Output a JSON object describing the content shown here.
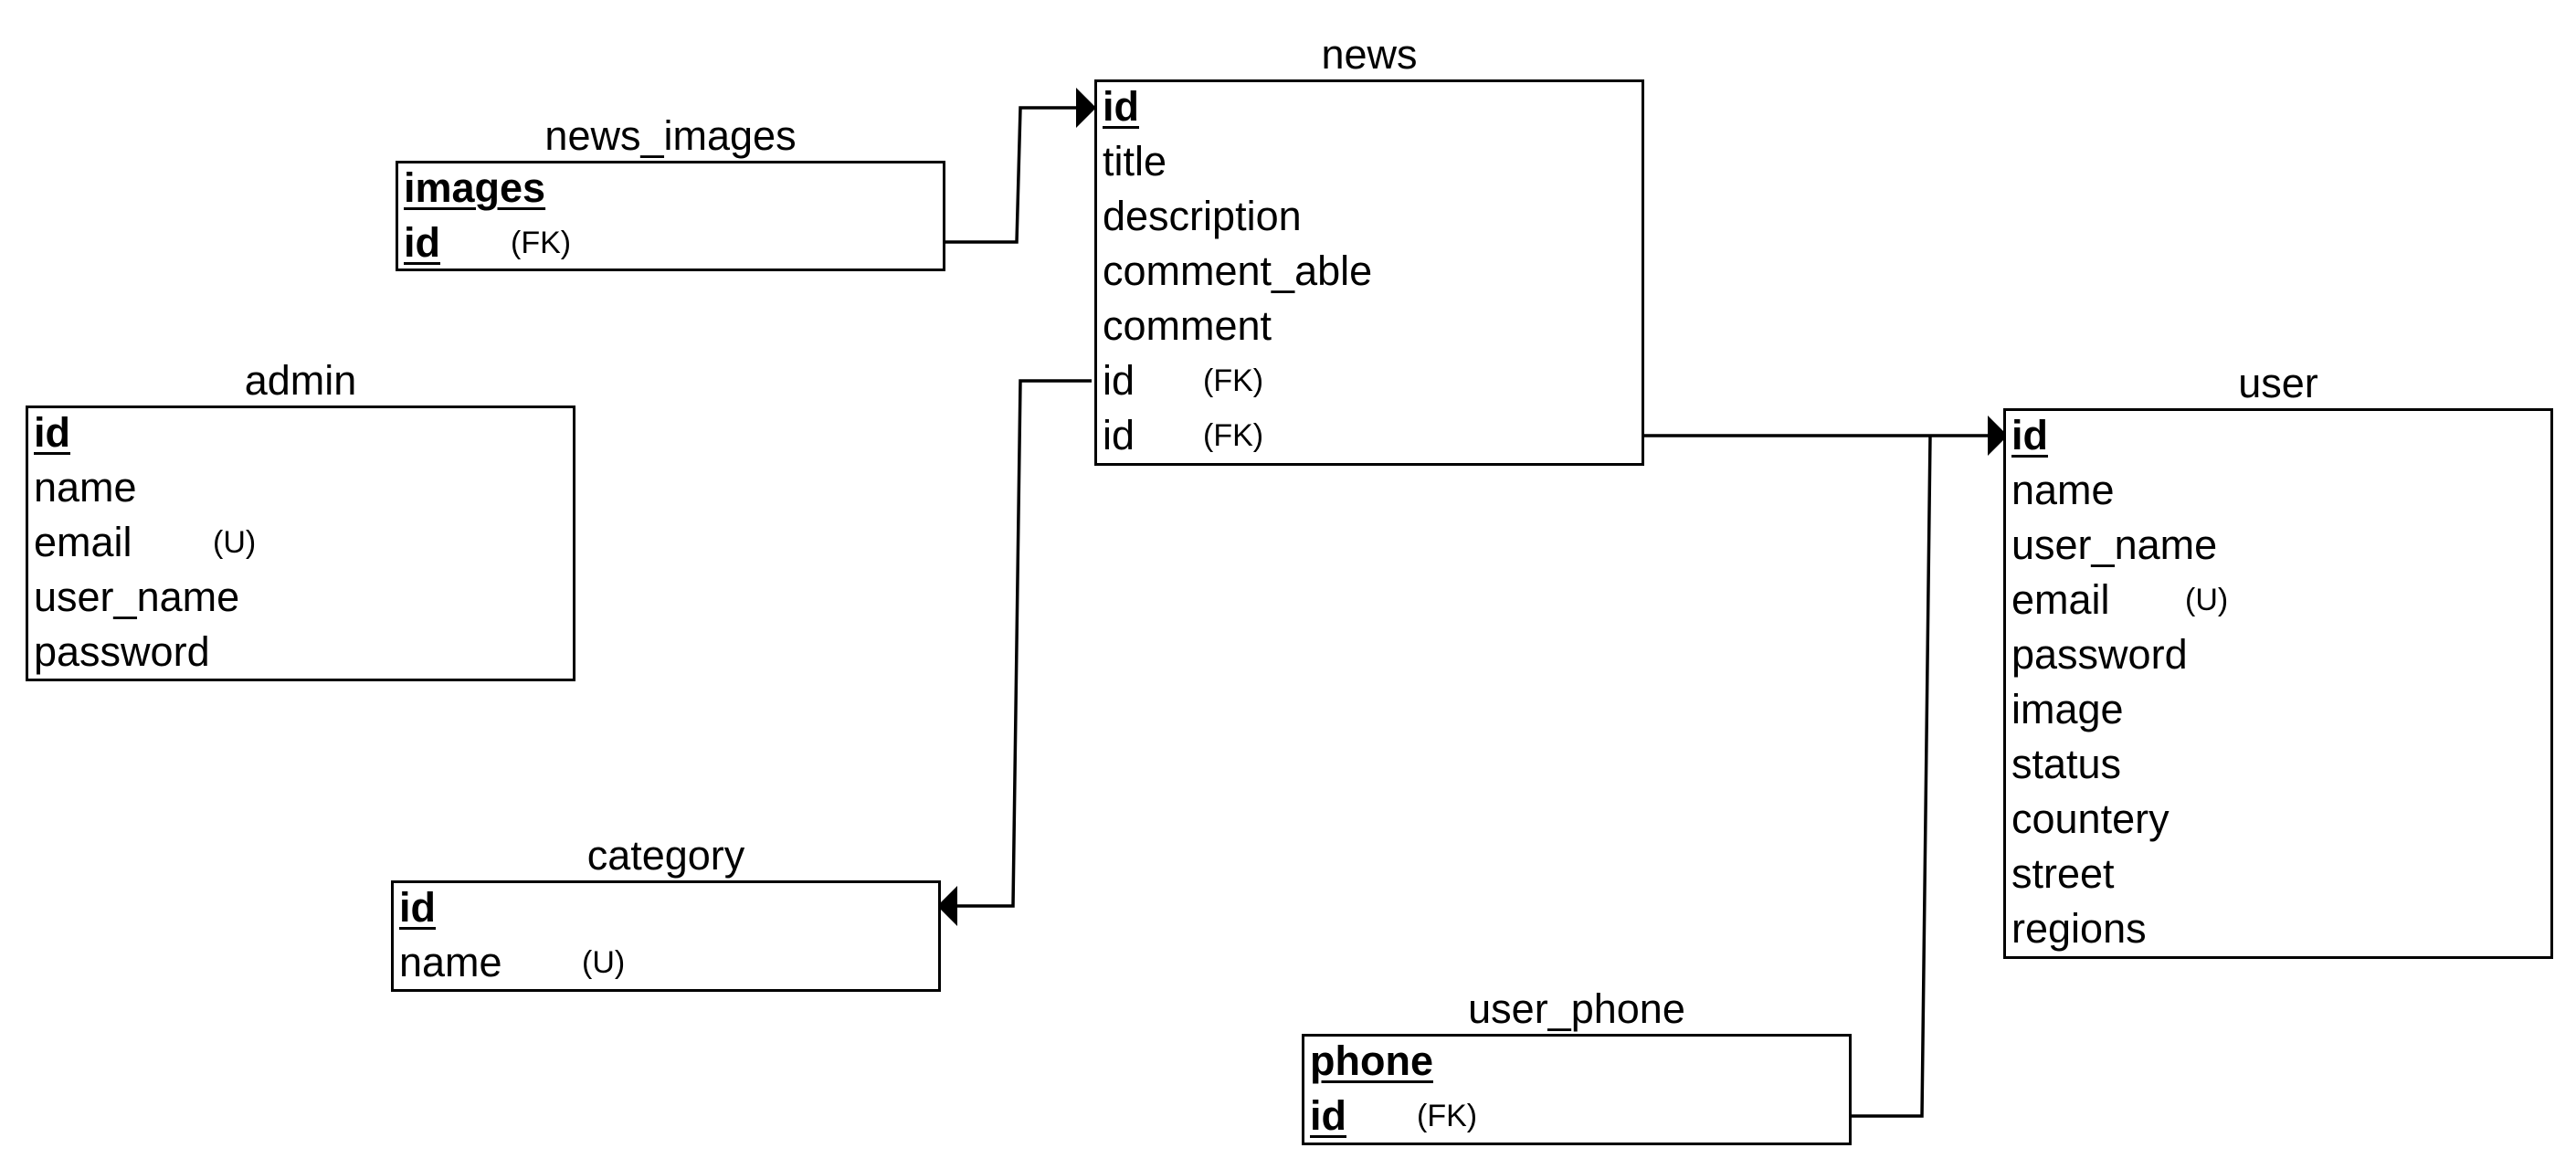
{
  "entities": {
    "news": {
      "title": "news",
      "attributes": [
        {
          "name": "id",
          "pk": true,
          "tag": ""
        },
        {
          "name": "title",
          "pk": false,
          "tag": ""
        },
        {
          "name": "description",
          "pk": false,
          "tag": ""
        },
        {
          "name": "comment_able",
          "pk": false,
          "tag": ""
        },
        {
          "name": "comment",
          "pk": false,
          "tag": ""
        },
        {
          "name": "id",
          "pk": false,
          "tag": "(FK)"
        },
        {
          "name": "id",
          "pk": false,
          "tag": "(FK)"
        }
      ]
    },
    "news_images": {
      "title": "news_images",
      "attributes": [
        {
          "name": "images",
          "pk": true,
          "tag": ""
        },
        {
          "name": "id",
          "pk": true,
          "tag": "(FK)"
        }
      ]
    },
    "admin": {
      "title": "admin",
      "attributes": [
        {
          "name": "id",
          "pk": true,
          "tag": ""
        },
        {
          "name": "name",
          "pk": false,
          "tag": ""
        },
        {
          "name": "email",
          "pk": false,
          "tag": "(U)"
        },
        {
          "name": "user_name",
          "pk": false,
          "tag": ""
        },
        {
          "name": "password",
          "pk": false,
          "tag": ""
        }
      ]
    },
    "category": {
      "title": "category",
      "attributes": [
        {
          "name": "id",
          "pk": true,
          "tag": ""
        },
        {
          "name": "name",
          "pk": false,
          "tag": "(U)"
        }
      ]
    },
    "user": {
      "title": "user",
      "attributes": [
        {
          "name": "id",
          "pk": true,
          "tag": ""
        },
        {
          "name": "name",
          "pk": false,
          "tag": ""
        },
        {
          "name": "user_name",
          "pk": false,
          "tag": ""
        },
        {
          "name": "email",
          "pk": false,
          "tag": "(U)"
        },
        {
          "name": "password",
          "pk": false,
          "tag": ""
        },
        {
          "name": "image",
          "pk": false,
          "tag": ""
        },
        {
          "name": "status",
          "pk": false,
          "tag": ""
        },
        {
          "name": "countery",
          "pk": false,
          "tag": ""
        },
        {
          "name": "street",
          "pk": false,
          "tag": ""
        },
        {
          "name": "regions",
          "pk": false,
          "tag": ""
        }
      ]
    },
    "user_phone": {
      "title": "user_phone",
      "attributes": [
        {
          "name": "phone",
          "pk": true,
          "tag": ""
        },
        {
          "name": "id",
          "pk": true,
          "tag": "(FK)"
        }
      ]
    }
  },
  "relationships": [
    {
      "from": "news_images",
      "to": "news"
    },
    {
      "from": "news",
      "to": "category"
    },
    {
      "from": "news",
      "to": "user"
    },
    {
      "from": "user_phone",
      "to": "user"
    }
  ],
  "colors": {
    "line": "#000000",
    "background": "#ffffff"
  }
}
